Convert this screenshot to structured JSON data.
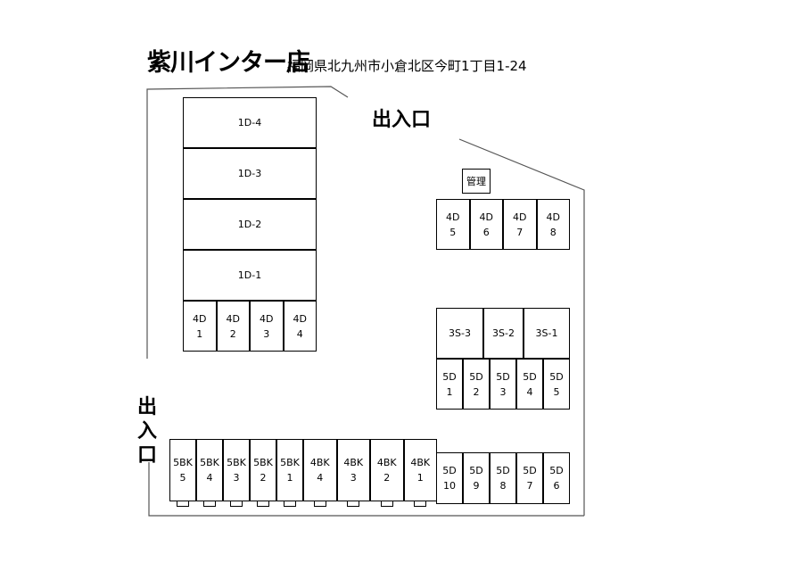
{
  "header": {
    "title": "紫川インター店",
    "address": "福岡県北九州市小倉北区今町1丁目1-24"
  },
  "entrances": {
    "top": "出入口",
    "left": "出入口"
  },
  "office_label": "管理",
  "units": {
    "block_1d": [
      "1D-4",
      "1D-3",
      "1D-2",
      "1D-1"
    ],
    "block_4d_left": [
      "4D\n1",
      "4D\n2",
      "4D\n3",
      "4D\n4"
    ],
    "block_4d_right": [
      "4D\n5",
      "4D\n6",
      "4D\n7",
      "4D\n8"
    ],
    "block_3s": [
      "3S-3",
      "3S-2",
      "3S-1"
    ],
    "block_5d_top": [
      "5D\n1",
      "5D\n2",
      "5D\n3",
      "5D\n4",
      "5D\n5"
    ],
    "block_bk": [
      "5BK\n5",
      "5BK\n4",
      "5BK\n3",
      "5BK\n2",
      "5BK\n1",
      "4BK\n4",
      "4BK\n3",
      "4BK\n2",
      "4BK\n1"
    ],
    "block_5d_bottom": [
      "5D\n10",
      "5D\n9",
      "5D\n8",
      "5D\n7",
      "5D\n6"
    ]
  }
}
